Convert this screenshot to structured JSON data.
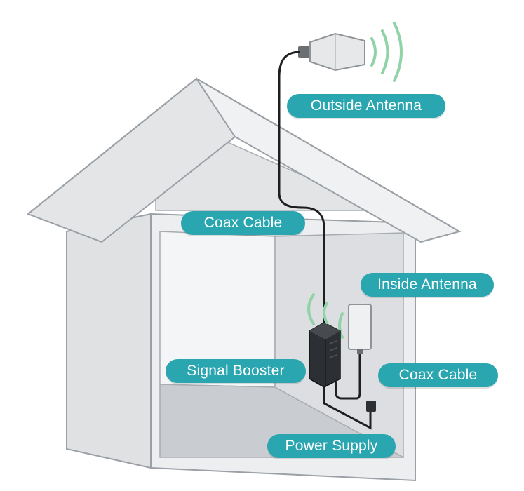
{
  "labels": {
    "outside_antenna": "Outside Antenna",
    "coax_cable_top": "Coax Cable",
    "inside_antenna": "Inside Antenna",
    "signal_booster": "Signal Booster",
    "coax_cable_bottom": "Coax Cable",
    "power_supply": "Power Supply"
  },
  "colors": {
    "label_bg": "#2aa6b0",
    "label_text": "#ffffff",
    "signal_wave": "#8fd3a6",
    "house_outline": "#9aa0a6",
    "cable": "#1f1f1f"
  }
}
